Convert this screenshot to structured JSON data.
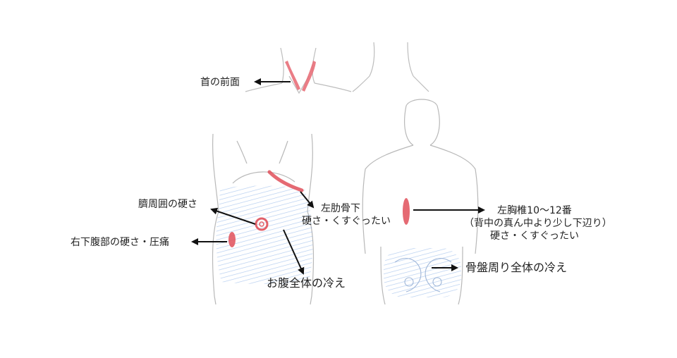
{
  "labels": {
    "neck_front": "首の前面",
    "navel": "臍周囲の硬さ",
    "right_lower_abdomen": "右下腹部の硬さ・圧痛",
    "left_rib_line1": "左肋骨下",
    "left_rib_line2": "硬さ・くすぐったい",
    "abdomen_cold": "お腹全体の冷え",
    "thoracic_line1": "左胸椎10〜12番",
    "thoracic_line2": "（背中の真ん中より少し下辺り）",
    "thoracic_line3": "硬さ・くすぐったい",
    "pelvis_cold": "骨盤周り全体の冷え"
  },
  "colors": {
    "marker_red": "#e0505a",
    "cold_blue": "#6f9fe0",
    "outline": "#b8b8b8",
    "arrow": "#111111"
  }
}
